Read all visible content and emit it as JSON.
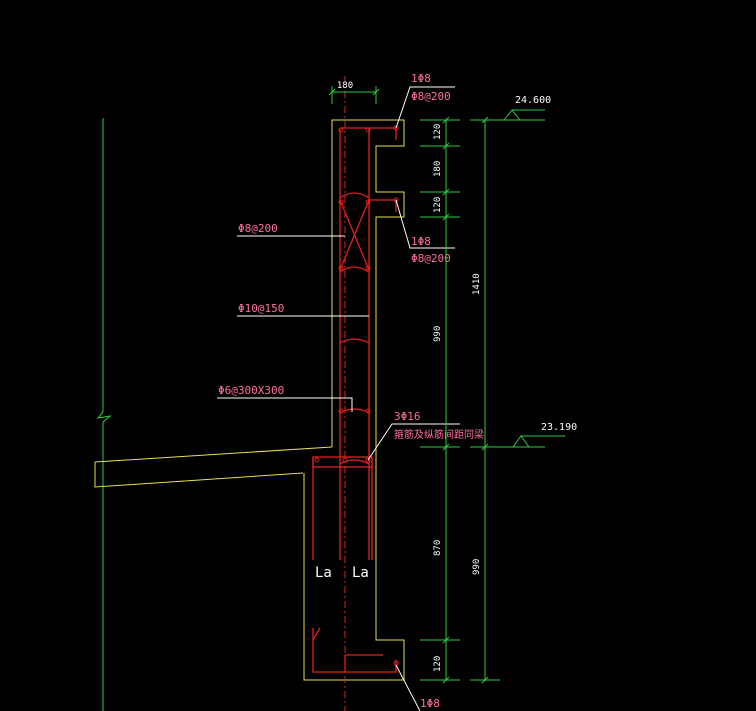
{
  "colors": {
    "background": "#000000",
    "concrete_outline": "#e8e04a",
    "rebar": "#e02020",
    "centerline": "#e02020",
    "dimension": "#2ecc40",
    "leader": "#ffffff",
    "label": "#ff6ea0",
    "text": "#ffffff"
  },
  "top_width_dim": "180",
  "rebar_labels": {
    "top_bar_count": "1Φ8",
    "top_bar_stirrup": "Φ8@200",
    "mid_bar_count": "1Φ8",
    "mid_bar_stirrup": "Φ8@200",
    "bottom_bar_count": "1Φ8",
    "cross_tie": "Φ8@200",
    "main_bars": "Φ10@150",
    "tie_spacing": "Φ6@300X300",
    "longitudinal_bars": "3Φ16",
    "note": "箍筋及纵筋间距同梁"
  },
  "elevations": {
    "top": "24.600",
    "floor": "23.190"
  },
  "dimensions": {
    "seg_top_1": "120",
    "seg_top_2": "180",
    "seg_top_3": "120",
    "seg_upper_wall": "990",
    "total_upper": "1410",
    "seg_lower_wall": "870",
    "seg_bottom": "120",
    "total_lower": "990"
  },
  "anchorage": {
    "left": "La",
    "right": "La"
  }
}
